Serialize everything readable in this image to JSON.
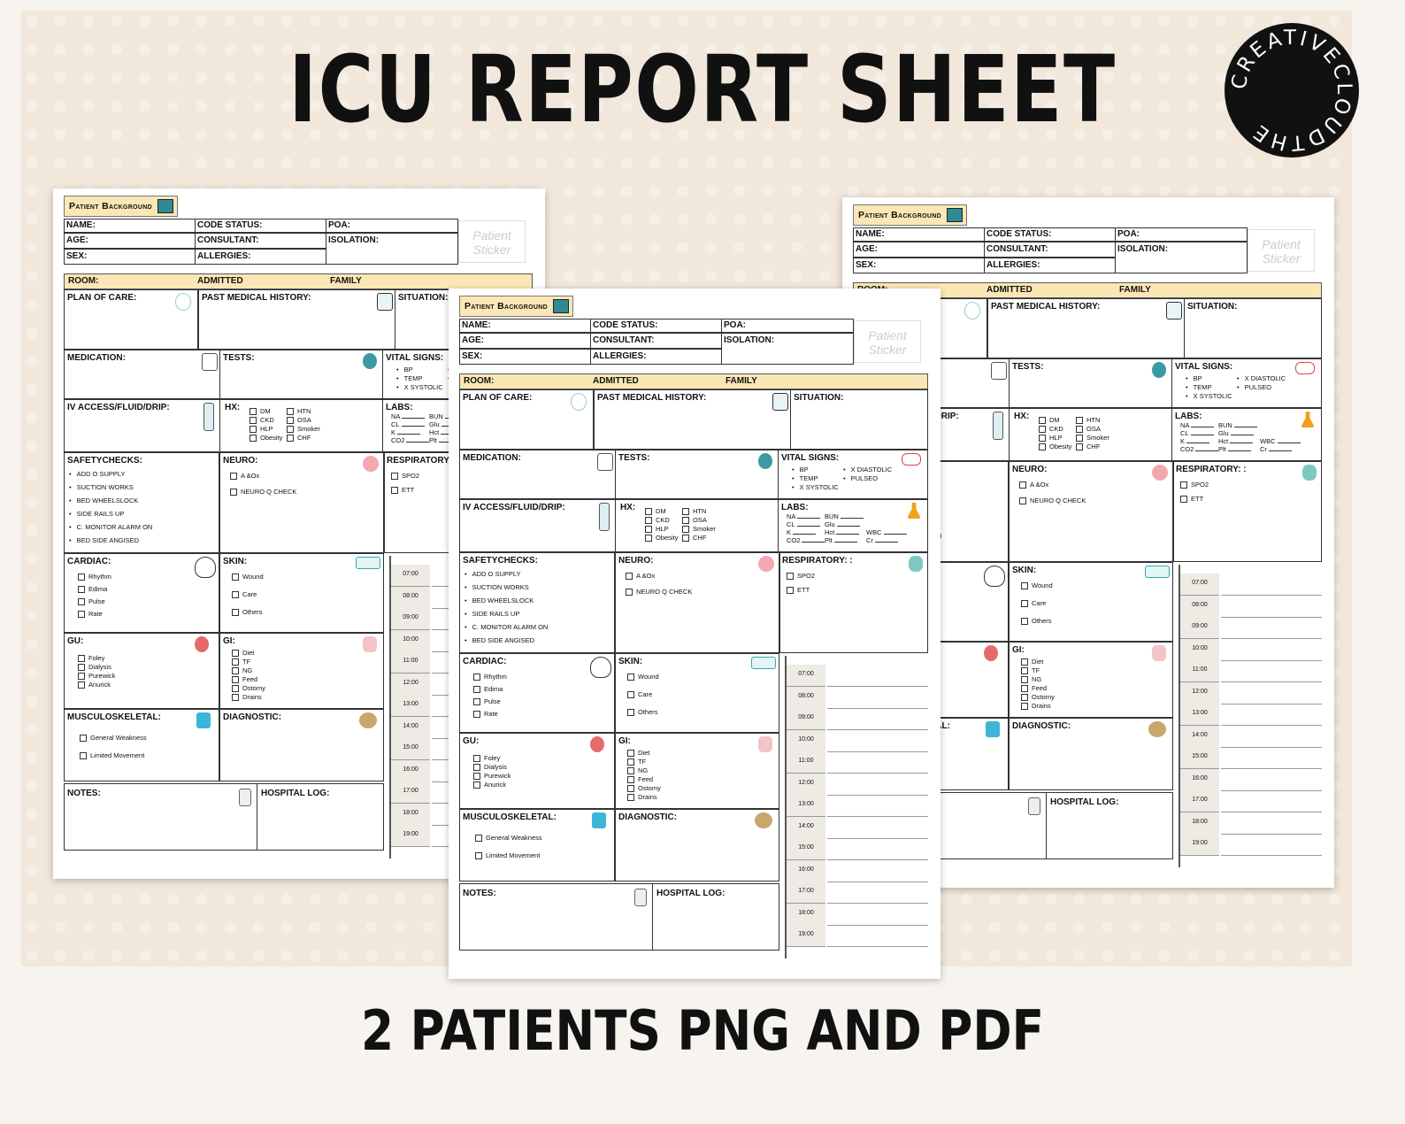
{
  "title": "ICU REPORT SHEET",
  "footer": "2 PATIENTS PNG AND PDF",
  "badge_text": "CREATIVECLOUDTHE",
  "sheet": {
    "header": "Patient Background",
    "name": "NAME:",
    "age": "AGE:",
    "sex": "SEX:",
    "code_status": "CODE STATUS:",
    "consultant": "CONSULTANT:",
    "allergies": "ALLERGIES:",
    "poa": "POA:",
    "isolation": "ISOLATION:",
    "sticker": "Patient Sticker",
    "room": "ROOM:",
    "admitted": "ADMITTED",
    "family": "FAMILY",
    "plan_of_care": "PLAN OF CARE:",
    "past_medical_history": "PAST MEDICAL HISTORY:",
    "situation": "SITUATION:",
    "medication": "MEDICATION:",
    "tests": "TESTS:",
    "vital_signs": "VITAL SIGNS:",
    "vitals": [
      "BP",
      "TEMP",
      "X SYSTOLIC"
    ],
    "vitals2": [
      "X DIASTOLIC",
      "PULSEO"
    ],
    "iv_access": "IV ACCESS/FLUID/DRIP:",
    "hx": "HX:",
    "hx_col1": [
      "DM",
      "CKD",
      "HLP",
      "Obesity"
    ],
    "hx_col2": [
      "HTN",
      "OSA",
      "Smoker",
      "CHF"
    ],
    "labs": "LABS:",
    "labs_col1": [
      "NA",
      "CL",
      "K",
      "CO2"
    ],
    "labs_col2": [
      "BUN",
      "Glu",
      "Hct",
      "Plt"
    ],
    "labs_col3": [
      "WBC",
      "Cr"
    ],
    "safetychecks": "SAFETYCHECKS:",
    "safety_items": [
      "ADD O SUPPLY",
      "SUCTION WORKS",
      "BED WHEELSLOCK",
      "SIDE RAILS UP",
      "C. MONITOR ALARM ON",
      "BED SIDE ANGISED"
    ],
    "neuro": "NEURO:",
    "neuro_items": [
      "A &Ox",
      "NEURO Q CHECK"
    ],
    "respiratory": "RESPIRATORY: :",
    "resp_items": [
      "SPO2",
      "ETT"
    ],
    "cardiac": "CARDIAC:",
    "cardiac_items": [
      "Rhythm",
      "Edima",
      "Pulse",
      "Rate"
    ],
    "skin": "SKIN:",
    "skin_items": [
      "Wound",
      "Care",
      "Others"
    ],
    "gu": "GU:",
    "gu_items": [
      "Foley",
      "Dialysis",
      "Purewick",
      "Anurick"
    ],
    "gi": "GI:",
    "gi_items": [
      "Diet",
      "TF",
      "NG",
      "Feed",
      "Ostomy",
      "Drains"
    ],
    "musculoskeletal": "MUSCULOSKELETAL:",
    "msk_items": [
      "General Weakness",
      "Limited Movement"
    ],
    "diagnostic": "DIAGNOSTIC:",
    "notes": "NOTES:",
    "hospital_log": "HOSPITAL LOG:",
    "times": [
      "07:00",
      "08:00",
      "09:00",
      "10:00",
      "11:00",
      "12:00",
      "13:00",
      "14:00",
      "15:00",
      "16:00",
      "17:00",
      "18:00",
      "19:00"
    ]
  },
  "colors": {
    "accent": "#fbe7b5",
    "background": "#f1e7da",
    "icon_teal": "#2f8a97"
  }
}
